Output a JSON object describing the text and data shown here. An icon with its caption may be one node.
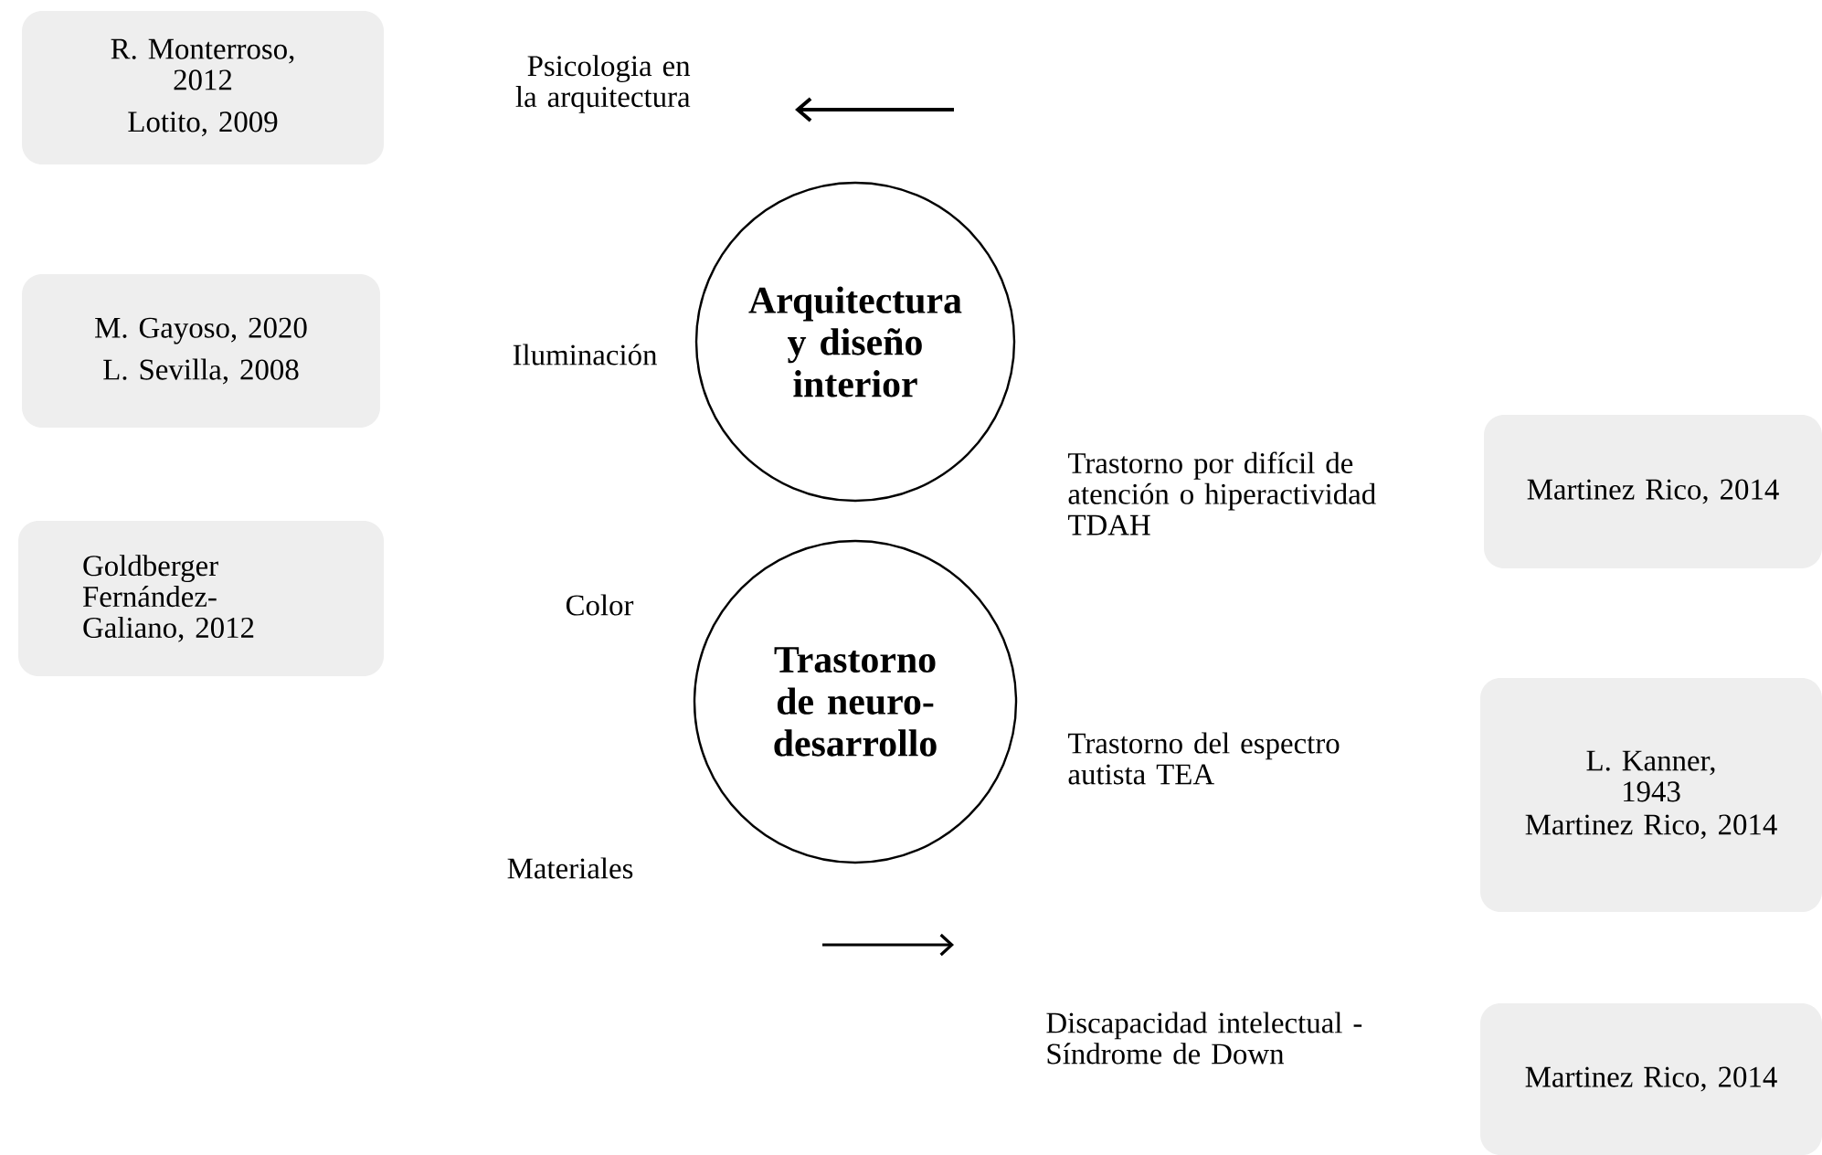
{
  "diagram": {
    "nodes": [
      {
        "text": [
          "R. Monterroso, 2012",
          "Lotito, 2009"
        ]
      },
      {
        "text": [
          "M. Gayoso, 2020",
          "L. Sevilla, 2008"
        ]
      },
      {
        "text": [
          "Goldberger Fernández-Galiano, 2012"
        ]
      },
      {
        "text": [
          "Arquitectura y diseño interior"
        ]
      },
      {
        "text": [
          "Trastorno de neuro-desarrollo"
        ]
      },
      {
        "text": [
          "Martinez Rico, 2014"
        ]
      },
      {
        "text": [
          "L. Kanner, 1943",
          "Martinez Rico, 2014"
        ]
      },
      {
        "text": [
          "Martinez Rico, 2014"
        ]
      }
    ],
    "labels": [
      "Psicologia en la arquitectura",
      "Iluminación",
      "Trastorno por difícil de atención o hiperactividad TDAH",
      "Color",
      "Trastorno del espectro autista TEA",
      "Materiales",
      "Discapacidad intelectual - Síndrome de Down"
    ]
  }
}
